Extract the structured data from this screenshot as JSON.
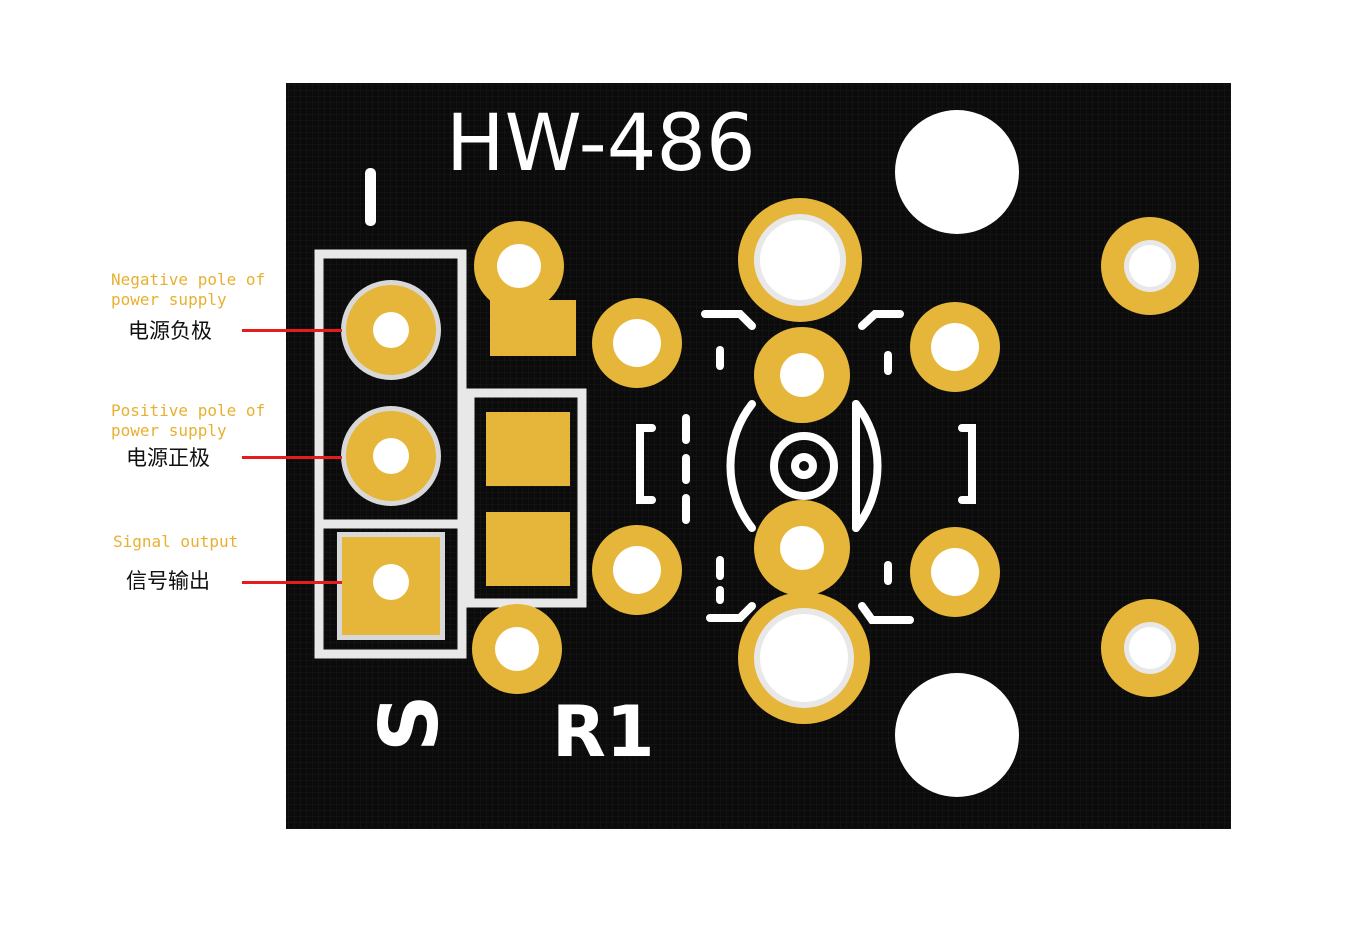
{
  "board": {
    "model": "HW-486",
    "resistor_label": "R1",
    "pin_marker_minus": "-",
    "pin_marker_signal": "S"
  },
  "pins": [
    {
      "en_line1": "Negative pole of",
      "en_line2": "power supply",
      "zh": "电源负极"
    },
    {
      "en_line1": "Positive pole of",
      "en_line2": "power supply",
      "zh": "电源正极"
    },
    {
      "en_line1": "Signal output",
      "en_line2": "",
      "zh": "信号输出"
    }
  ],
  "colors": {
    "board": "#0b0b0b",
    "copper": "#e6b63a",
    "silkscreen": "#ffffff",
    "label_en": "#e8b030",
    "pointer": "#e41c1c"
  }
}
